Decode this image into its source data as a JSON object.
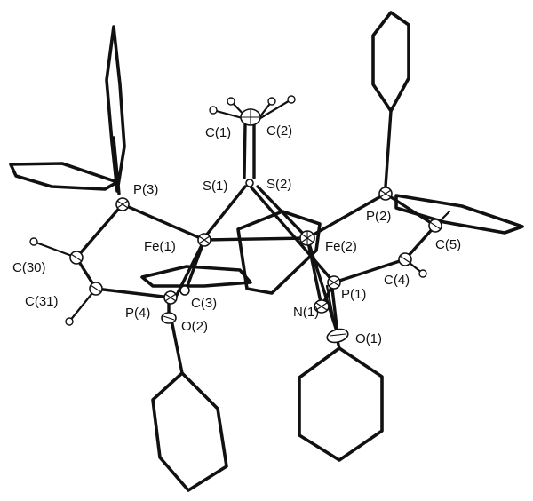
{
  "labels": {
    "c1": "C(1)",
    "c2": "C(2)",
    "s1": "S(1)",
    "s2": "S(2)",
    "p3": "P(3)",
    "p2": "P(2)",
    "fe1": "Fe(1)",
    "fe2": "Fe(2)",
    "c5": "C(5)",
    "c30": "C(30)",
    "c31": "C(31)",
    "c3": "C(3)",
    "c4": "C(4)",
    "p1": "P(1)",
    "p4": "P(4)",
    "o2": "O(2)",
    "n1": "N(1)",
    "o1": "O(1)"
  },
  "colors": {
    "ink": "#111111",
    "background": "#ffffff"
  }
}
